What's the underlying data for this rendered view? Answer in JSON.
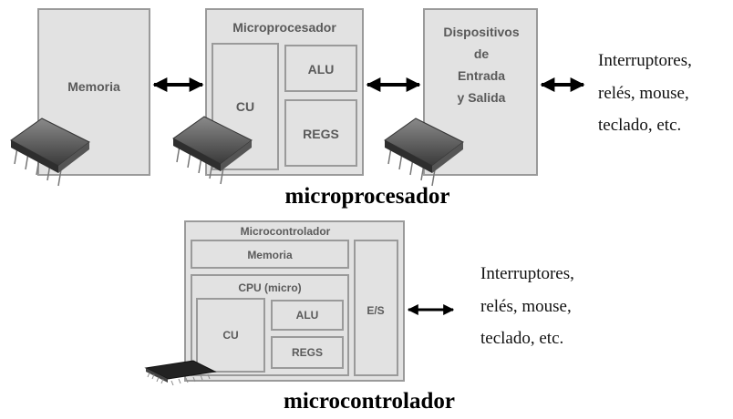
{
  "top_diagram": {
    "memory_label": "Memoria",
    "cpu_title": "Microprocesador",
    "cu_label": "CU",
    "alu_label": "ALU",
    "regs_label": "REGS",
    "io_label_lines": [
      "Dispositivos",
      "de",
      "Entrada",
      "y Salida"
    ],
    "external_lines": [
      "Interruptores,",
      "relés, mouse,",
      "teclado, etc."
    ],
    "caption": "microprocesador"
  },
  "bottom_diagram": {
    "title": "Microcontrolador",
    "memory_label": "Memoria",
    "cpu_label": "CPU (micro)",
    "cu_label": "CU",
    "alu_label": "ALU",
    "regs_label": "REGS",
    "io_label": "E/S",
    "external_lines": [
      "Interruptores,",
      "relés, mouse,",
      "teclado, etc."
    ],
    "caption": "microcontrolador"
  },
  "colors": {
    "box_fill": "#e2e2e2",
    "box_stroke": "#9a9a9a",
    "label_text": "#5a5a5a",
    "arrow": "#000000"
  }
}
